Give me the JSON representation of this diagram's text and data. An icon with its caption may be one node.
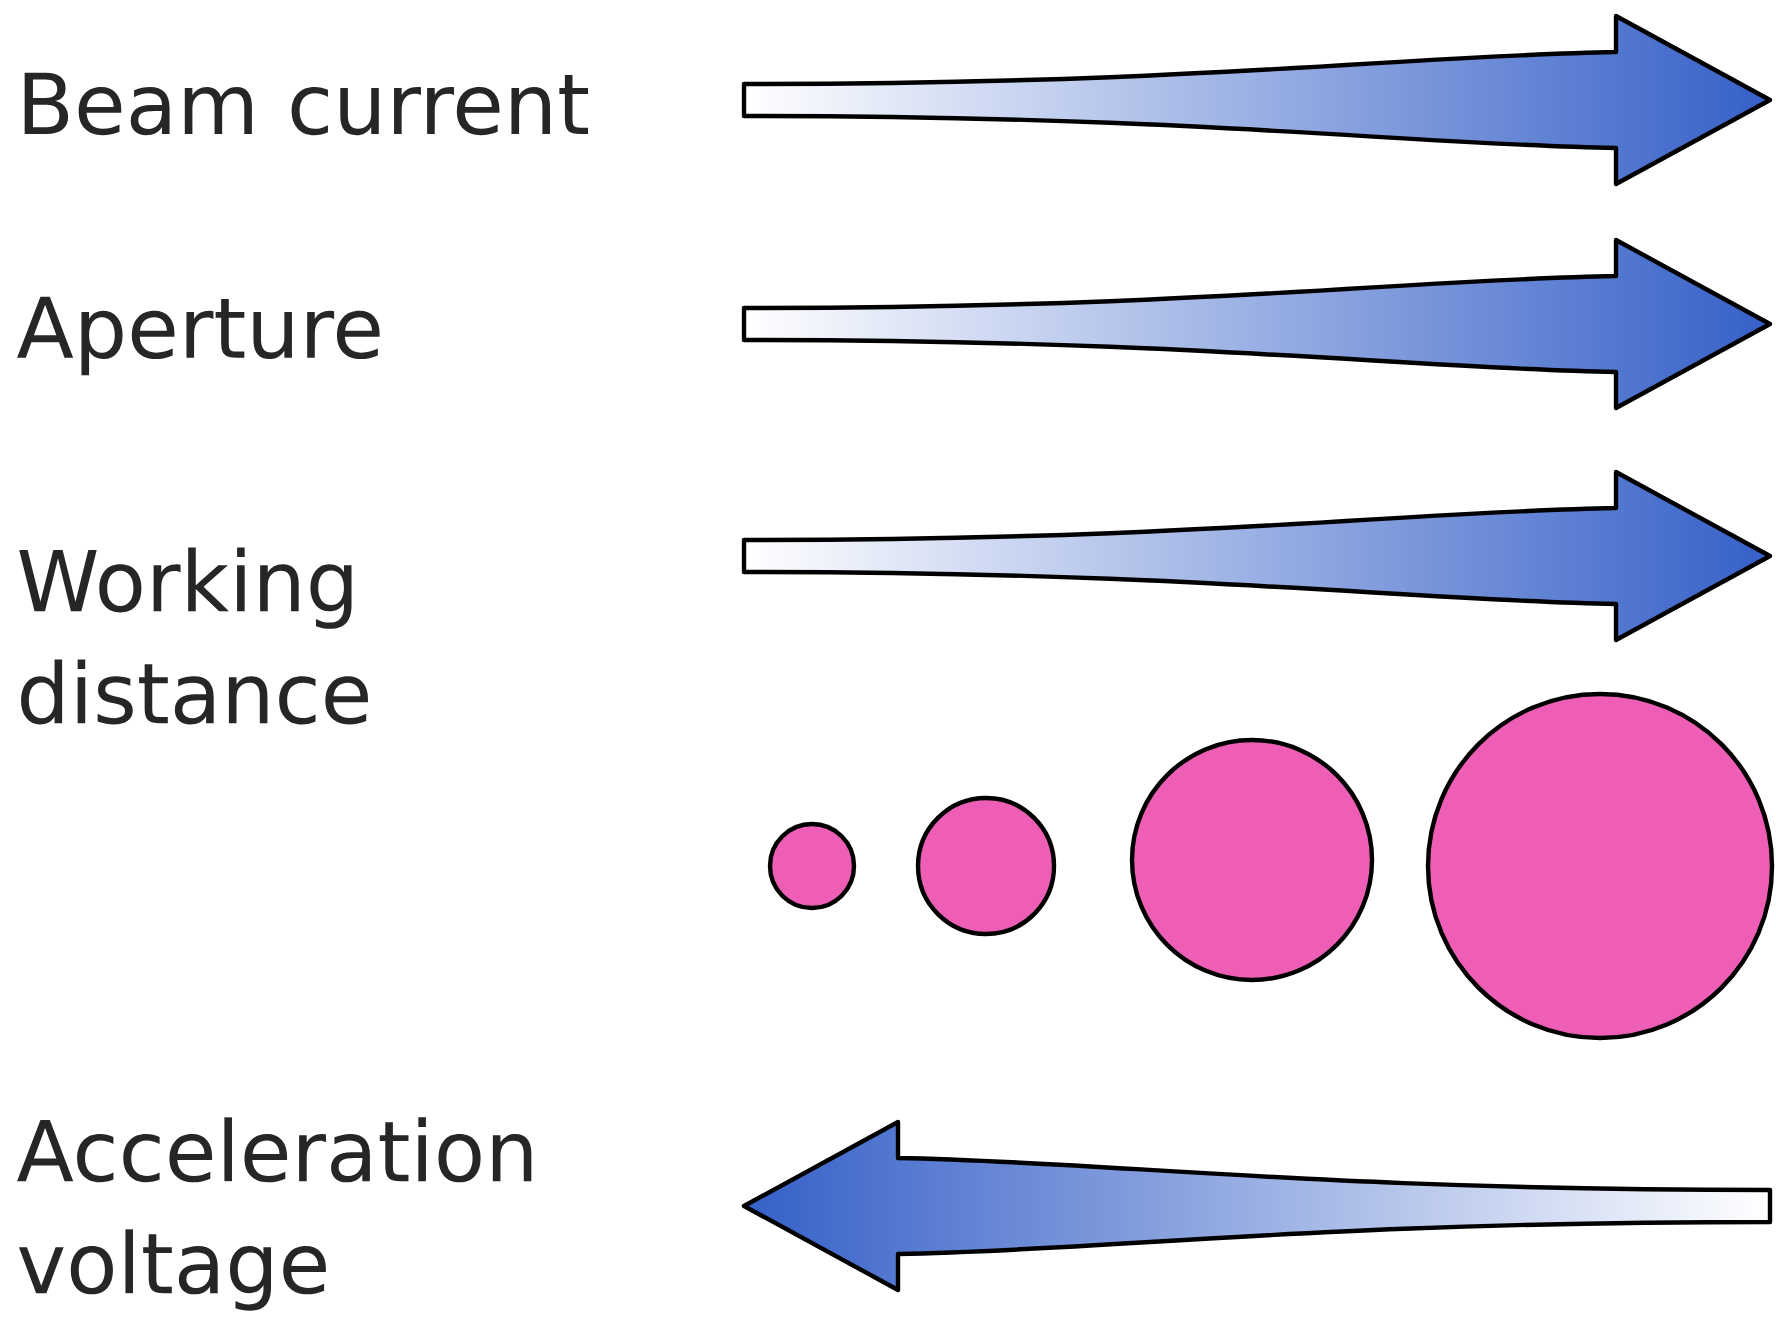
{
  "diagram": {
    "labels": [
      "Beam current",
      "Aperture",
      "Working distance",
      "Acceleration voltage"
    ]
  }
}
